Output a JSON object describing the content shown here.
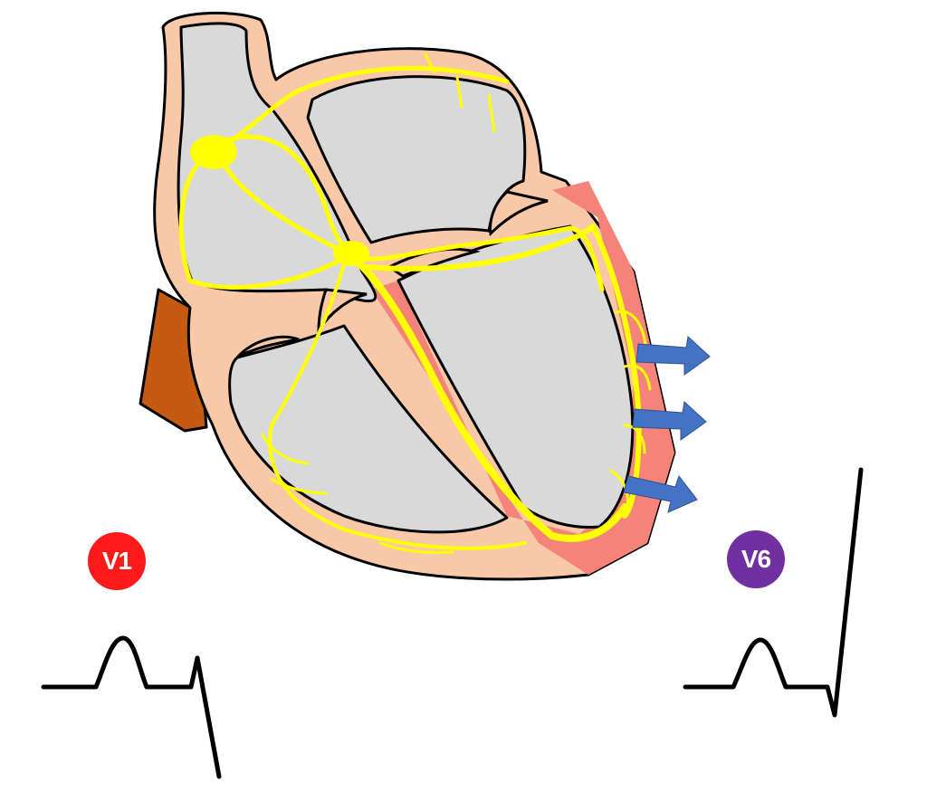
{
  "leads": {
    "v1": {
      "label": "V1",
      "color": "#ff1a1a"
    },
    "v6": {
      "label": "V6",
      "color": "#7030a0"
    }
  },
  "colors": {
    "myocardium": "#f8c8a8",
    "chamber": "#d9d9d9",
    "conduction": "#ffff00",
    "depolarized_wall": "#f4847a",
    "vessel": "#c55a11",
    "arrow": "#4472c4",
    "outline": "#000000"
  },
  "depolarization_arrows": {
    "count": 3,
    "direction": "right"
  }
}
